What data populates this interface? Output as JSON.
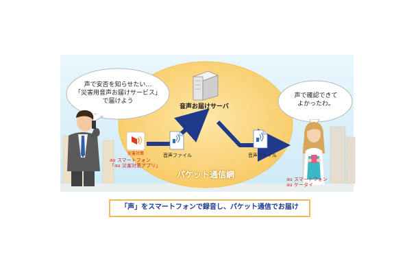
{
  "left_bubble": {
    "lines": [
      "声で安否を知らせたい…",
      "「災害用音声お届けサービス」",
      "で届けよう"
    ]
  },
  "right_bubble": {
    "lines": [
      "声で確認できて",
      "よかったわ。"
    ]
  },
  "server": {
    "label": "音声お届けサーバ"
  },
  "app_icon": {
    "label": "災害対策"
  },
  "file_left": {
    "label": "音声ファイル"
  },
  "file_right": {
    "label": "音声ファイル"
  },
  "network": {
    "label": "パケット通信網"
  },
  "sender": {
    "line1": "au スマートフォン",
    "line2": "「au 災害対策アプリ」"
  },
  "receiver": {
    "line1": "au スマートフォン",
    "line2": "au ケータイ"
  },
  "caption": {
    "text": "「声」をスマートフォンで録音し、パケット通信でお届け"
  },
  "colors": {
    "ellipse": "#fbd37a",
    "arrow": "#1f3a8a",
    "sky": "#dff2fb",
    "accent_red": "#d21e1e"
  }
}
